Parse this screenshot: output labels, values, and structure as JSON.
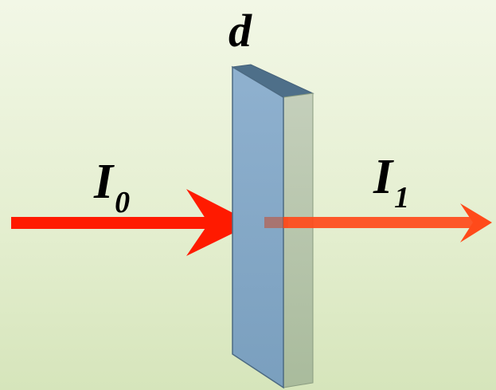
{
  "labels": {
    "thickness": "d",
    "incident_symbol": "I",
    "incident_subscript": "0",
    "transmitted_symbol": "I",
    "transmitted_subscript": "1"
  },
  "colors": {
    "incident_beam": "#ff1a00",
    "transmitted_beam": "#ff4a1a",
    "slab_front": "#7fa3c2",
    "slab_side": "#b7c6ad",
    "slab_top": "#4e6f89",
    "slab_edge": "#4c6a82"
  }
}
